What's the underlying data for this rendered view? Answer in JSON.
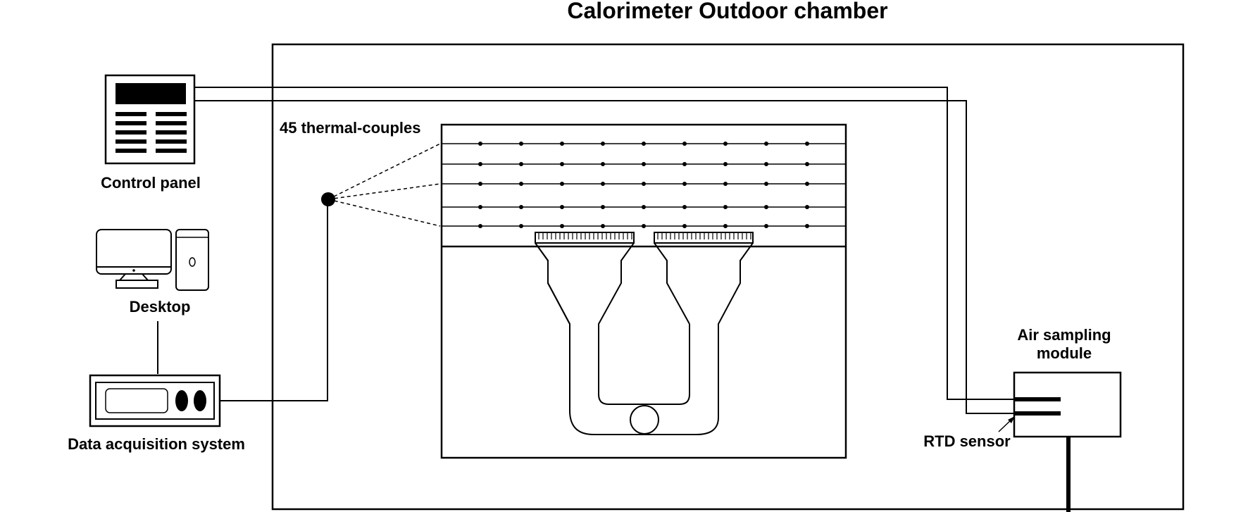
{
  "title": "Calorimeter Outdoor chamber",
  "labels": {
    "control_panel": "Control panel",
    "desktop": "Desktop",
    "daq": "Data acquisition system",
    "thermocouples": "45 thermal-couples",
    "air_sampling_line1": "Air sampling",
    "air_sampling_line2": "module",
    "rtd": "RTD sensor"
  },
  "thermocouple_grid": {
    "rows": 5,
    "columns": 9
  }
}
